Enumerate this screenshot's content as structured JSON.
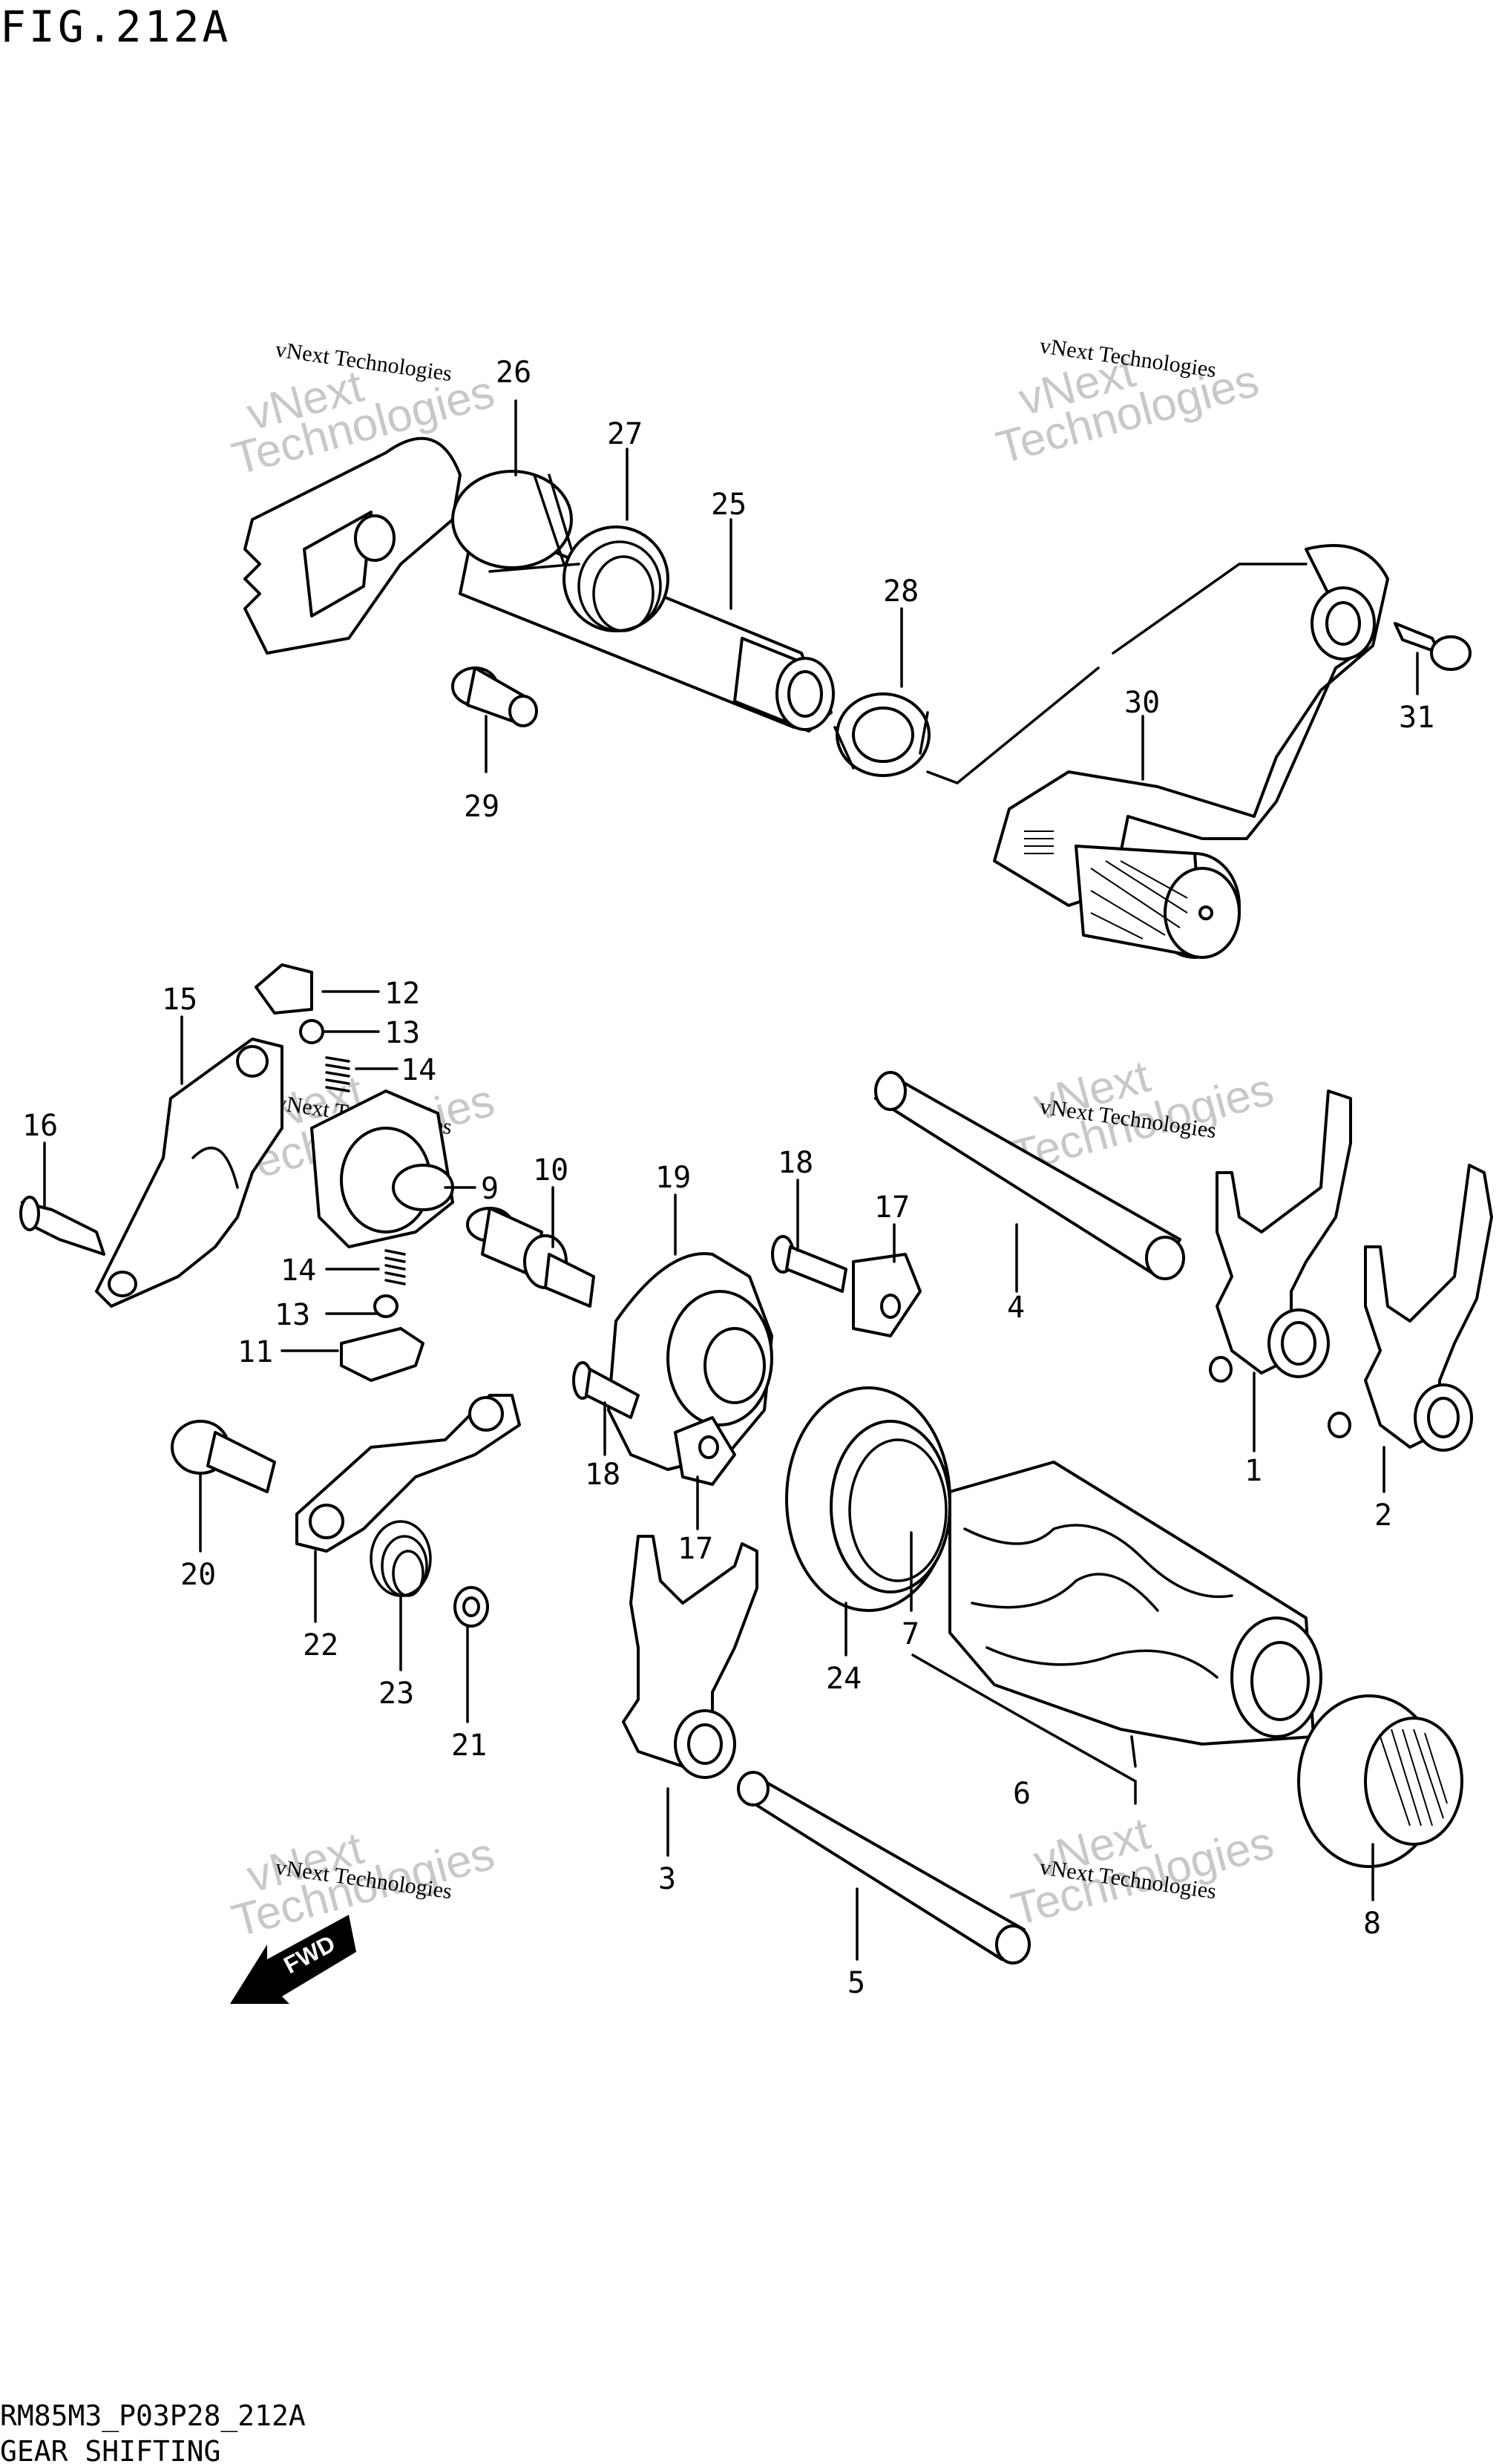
{
  "header": {
    "title": "FIG.212A"
  },
  "footer": {
    "code": "RM85M3_P03P28_212A",
    "section": "GEAR SHIFTING"
  },
  "watermark": {
    "line1": "vNext",
    "line2": "Technologies",
    "small": "vNext Technologies"
  },
  "arrow": {
    "label": "FWD"
  },
  "labels": {
    "p1": "1",
    "p2": "2",
    "p3": "3",
    "p4": "4",
    "p5": "5",
    "p6": "6",
    "p7": "7",
    "p8": "8",
    "p9": "9",
    "p10": "10",
    "p11": "11",
    "p12": "12",
    "p13a": "13",
    "p13b": "13",
    "p14a": "14",
    "p14b": "14",
    "p15": "15",
    "p16": "16",
    "p17a": "17",
    "p17b": "17",
    "p18a": "18",
    "p18b": "18",
    "p19": "19",
    "p20": "20",
    "p21": "21",
    "p22": "22",
    "p23": "23",
    "p24": "24",
    "p25": "25",
    "p26": "26",
    "p27": "27",
    "p28": "28",
    "p29": "29",
    "p30": "30",
    "p31": "31"
  }
}
